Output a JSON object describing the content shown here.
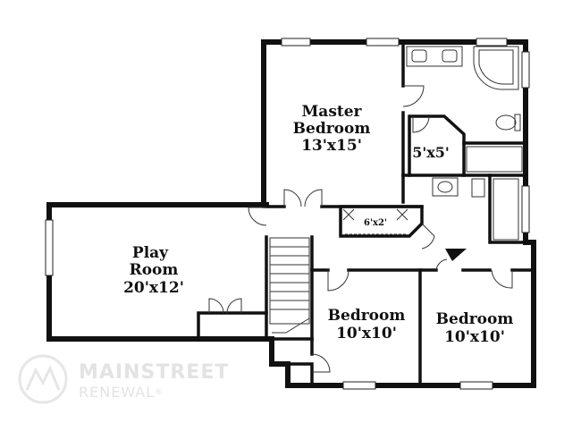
{
  "rooms": {
    "master": {
      "name_line1": "Master",
      "name_line2": "Bedroom",
      "size": "13'x15'"
    },
    "bath_closet": {
      "size": "5'x5'"
    },
    "hall_closet": {
      "size": "6'x2'"
    },
    "play": {
      "name_line1": "Play",
      "name_line2": "Room",
      "size": "20'x12'"
    },
    "bedroom_left": {
      "name": "Bedroom",
      "size": "10'x10'"
    },
    "bedroom_right": {
      "name": "Bedroom",
      "size": "10'x10'"
    }
  },
  "watermark": {
    "line1": "MAINSTREET",
    "line2": "RENEWAL",
    "mark": "®"
  },
  "colors": {
    "wall": "#111111",
    "line": "#222222",
    "watermark": "#e3e3e3"
  }
}
